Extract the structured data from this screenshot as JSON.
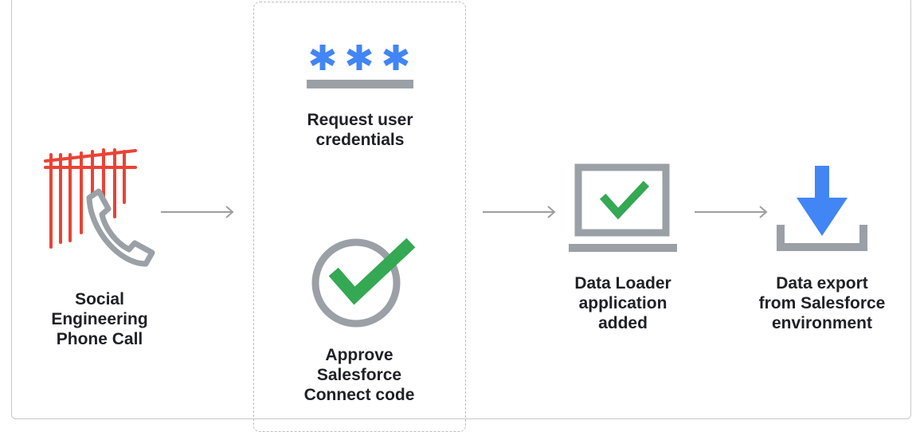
{
  "colors": {
    "red": "#ea4335",
    "blue": "#4285f4",
    "green": "#34a853",
    "gray": "#9aa0a6",
    "arrow": "#9e9e9e",
    "text": "#202124"
  },
  "steps": {
    "phone_call": {
      "icon": "phone-cut-wire-icon",
      "label": "Social\nEngineering\nPhone Call"
    },
    "credentials": {
      "icon": "password-asterisks-icon",
      "label": "Request user\ncredentials"
    },
    "approve": {
      "icon": "check-circle-icon",
      "label": "Approve\nSalesforce\nConnect code"
    },
    "data_loader": {
      "icon": "laptop-check-icon",
      "label": "Data Loader\napplication\nadded"
    },
    "export": {
      "icon": "download-tray-icon",
      "label": "Data export\nfrom Salesforce\nenvironment"
    }
  }
}
